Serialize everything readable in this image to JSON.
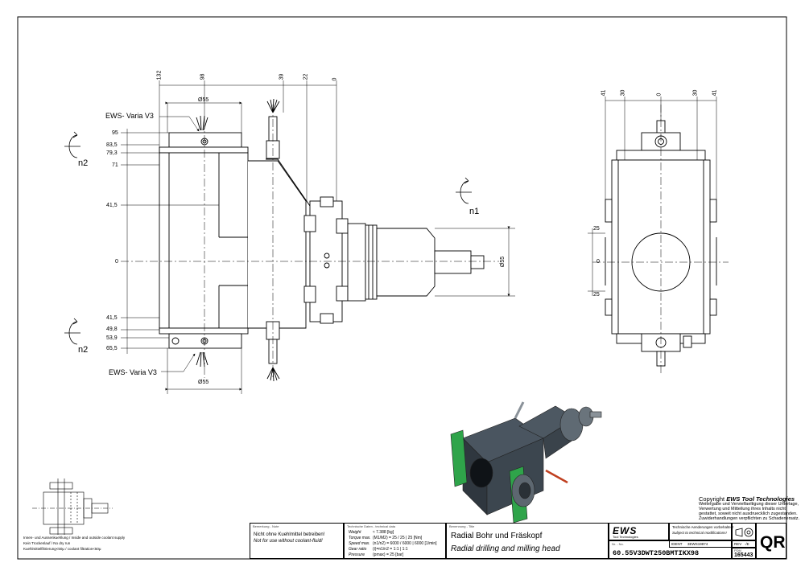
{
  "drawing": {
    "front_view": {
      "dims_top": [
        "132",
        "98",
        "39",
        "22",
        "0"
      ],
      "diameter_top": "Ø55",
      "diameter_bottom": "Ø55",
      "diameter_output": "Ø55",
      "dims_left": [
        "95",
        "83,5",
        "79,3",
        "71",
        "41,5",
        "0",
        "41,5",
        "49,8",
        "53,9",
        "65,5"
      ],
      "label_top": "EWS- Varia V3",
      "label_bottom": "EWS- Varia V3",
      "rotation_left_top": "n2",
      "rotation_left_bottom": "n2",
      "rotation_right": "n1"
    },
    "side_view": {
      "dims_top": [
        "41",
        "30",
        "0",
        "30",
        "41"
      ],
      "dims_left": [
        "25",
        "0",
        "25"
      ]
    }
  },
  "notes": {
    "coolant_lines": [
      "Innen- und Aussenkuehlung / Inside and outside coolant supply",
      "Kein Trockenlauf / No dry run",
      "Kuehlmittelfiltrierung<50μ / coolant filtration<50μ"
    ]
  },
  "copyright": {
    "title_prefix": "Copyright ",
    "brand": "EWS Tool Technologies",
    "lines": [
      "Weitergabe und Vervielfaeltigung dieser Unterlage,",
      "Verwertung und Mitteilung ihres Inhalts nicht",
      "gestattet, soweit nicht ausdruecklich zugestanden.",
      "Zuwiderhandlungen verpflichten zu Schadenersatz."
    ]
  },
  "title_block": {
    "remark_label": "Bemerkung - Note",
    "remark_de": "Nicht ohne Kuehlmittel betreiben!",
    "remark_en": "Not for use without coolant-fluid!",
    "tech_label": "Technische Daten - technical data",
    "tech_rows": [
      {
        "name": "Weight",
        "value": "≈ 7.388 [kg]"
      },
      {
        "name": "Torque max.",
        "value": "(M1/M2) = 25 / 25 | 25 [Nm]"
      },
      {
        "name": "Speed max.",
        "value": "(n1/n2) = 6000 / 6000 | 6000 [1/min]"
      },
      {
        "name": "Gear ratio",
        "value": "(i)=n1/n2 = 1:1 | 1:1"
      },
      {
        "name": "Pressure",
        "value": "(pmax) = 25 [bar]"
      }
    ],
    "designation_label": "Benennung - Title",
    "title_de": "Radial Bohr und Fräskopf",
    "title_en": "Radial drilling and milling head",
    "company_logo": "EWS",
    "company_sub": "Tool Technologies",
    "changes_note_de": "Technische Aenderungen vorbehalten!",
    "changes_note_en": "Subject to technical modifications!",
    "ident_label": "IDENT",
    "ident_value": "3EWS19874",
    "rev_label": "REV",
    "rev_value": "-/E",
    "nr_label": "Nr. - No.",
    "part_number": "60.55V3DWT250BMTIKX98",
    "pdm_label": "PDM",
    "pdm_value": "165443",
    "qr_label": "QR"
  }
}
